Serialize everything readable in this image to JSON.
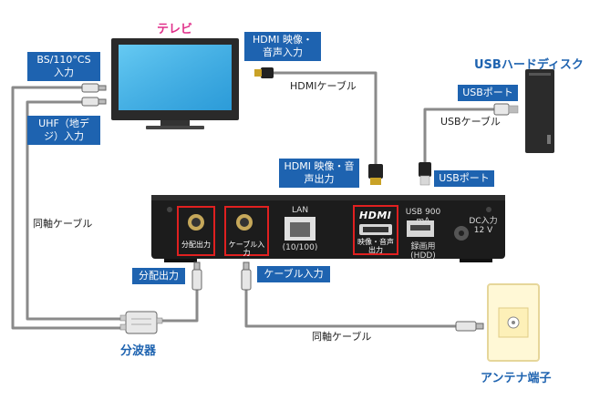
{
  "labels": {
    "tv": "テレビ",
    "bs_cs_input": "BS/110°CS 入力",
    "uhf_input": "UHF（地デジ）入力",
    "hdmi_tv": "HDMI 映像・音声入力",
    "hdmi_cable": "HDMIケーブル",
    "usb_hdd": "USBハードディスク",
    "usb_port_hdd": "USBポート",
    "usb_cable": "USBケーブル",
    "hdmi_box": "HDMI 映像・音声出力",
    "usb_port_box": "USBポート",
    "coax_cable_left": "同軸ケーブル",
    "split_out": "分配出力",
    "cable_in": "ケーブル入力",
    "splitter": "分波器",
    "coax_cable_bottom": "同軸ケーブル",
    "antenna": "アンテナ端子"
  },
  "ports": {
    "split_out": "分配出力",
    "cable_in": "ケーブル入力",
    "lan": "LAN",
    "lan_spec": "(10/100)",
    "hdmi_logo": "HDMI",
    "hdmi_out": "映像・音声 出力",
    "usb_spec": "USB 900 mA",
    "usb_rec": "録画用 (HDD)",
    "dc_in": "DC入力 12 V"
  },
  "colors": {
    "label_blue": "#1e63b0",
    "title_pink": "#e0308a",
    "highlight_red": "#e02020",
    "device_body": "#1c1c1c",
    "cable_gray": "#8a8a8a"
  }
}
